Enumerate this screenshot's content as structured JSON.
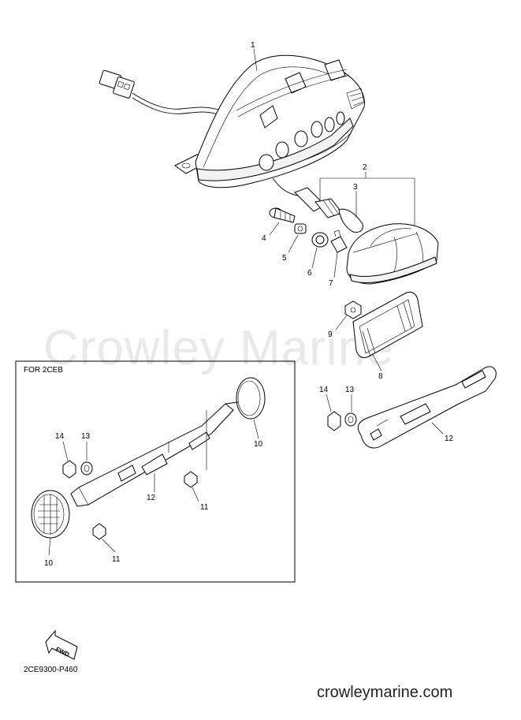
{
  "watermark": "Crowley Marine",
  "inset_box": {
    "title": "FOR 2CEB"
  },
  "callouts": {
    "c1": "1",
    "c2": "2",
    "c3": "3",
    "c4": "4",
    "c5": "5",
    "c6": "6",
    "c7": "7",
    "c8": "8",
    "c9": "9",
    "c10a": "10",
    "c10b": "10",
    "c11a": "11",
    "c11b": "11",
    "c12a": "12",
    "c12b": "12",
    "c13a": "13",
    "c13b": "13",
    "c14a": "14",
    "c14b": "14"
  },
  "fwd_arrow": {
    "label": "FWD"
  },
  "diagram_code": "2CE9300-P460",
  "site": "crowleymarine.com"
}
